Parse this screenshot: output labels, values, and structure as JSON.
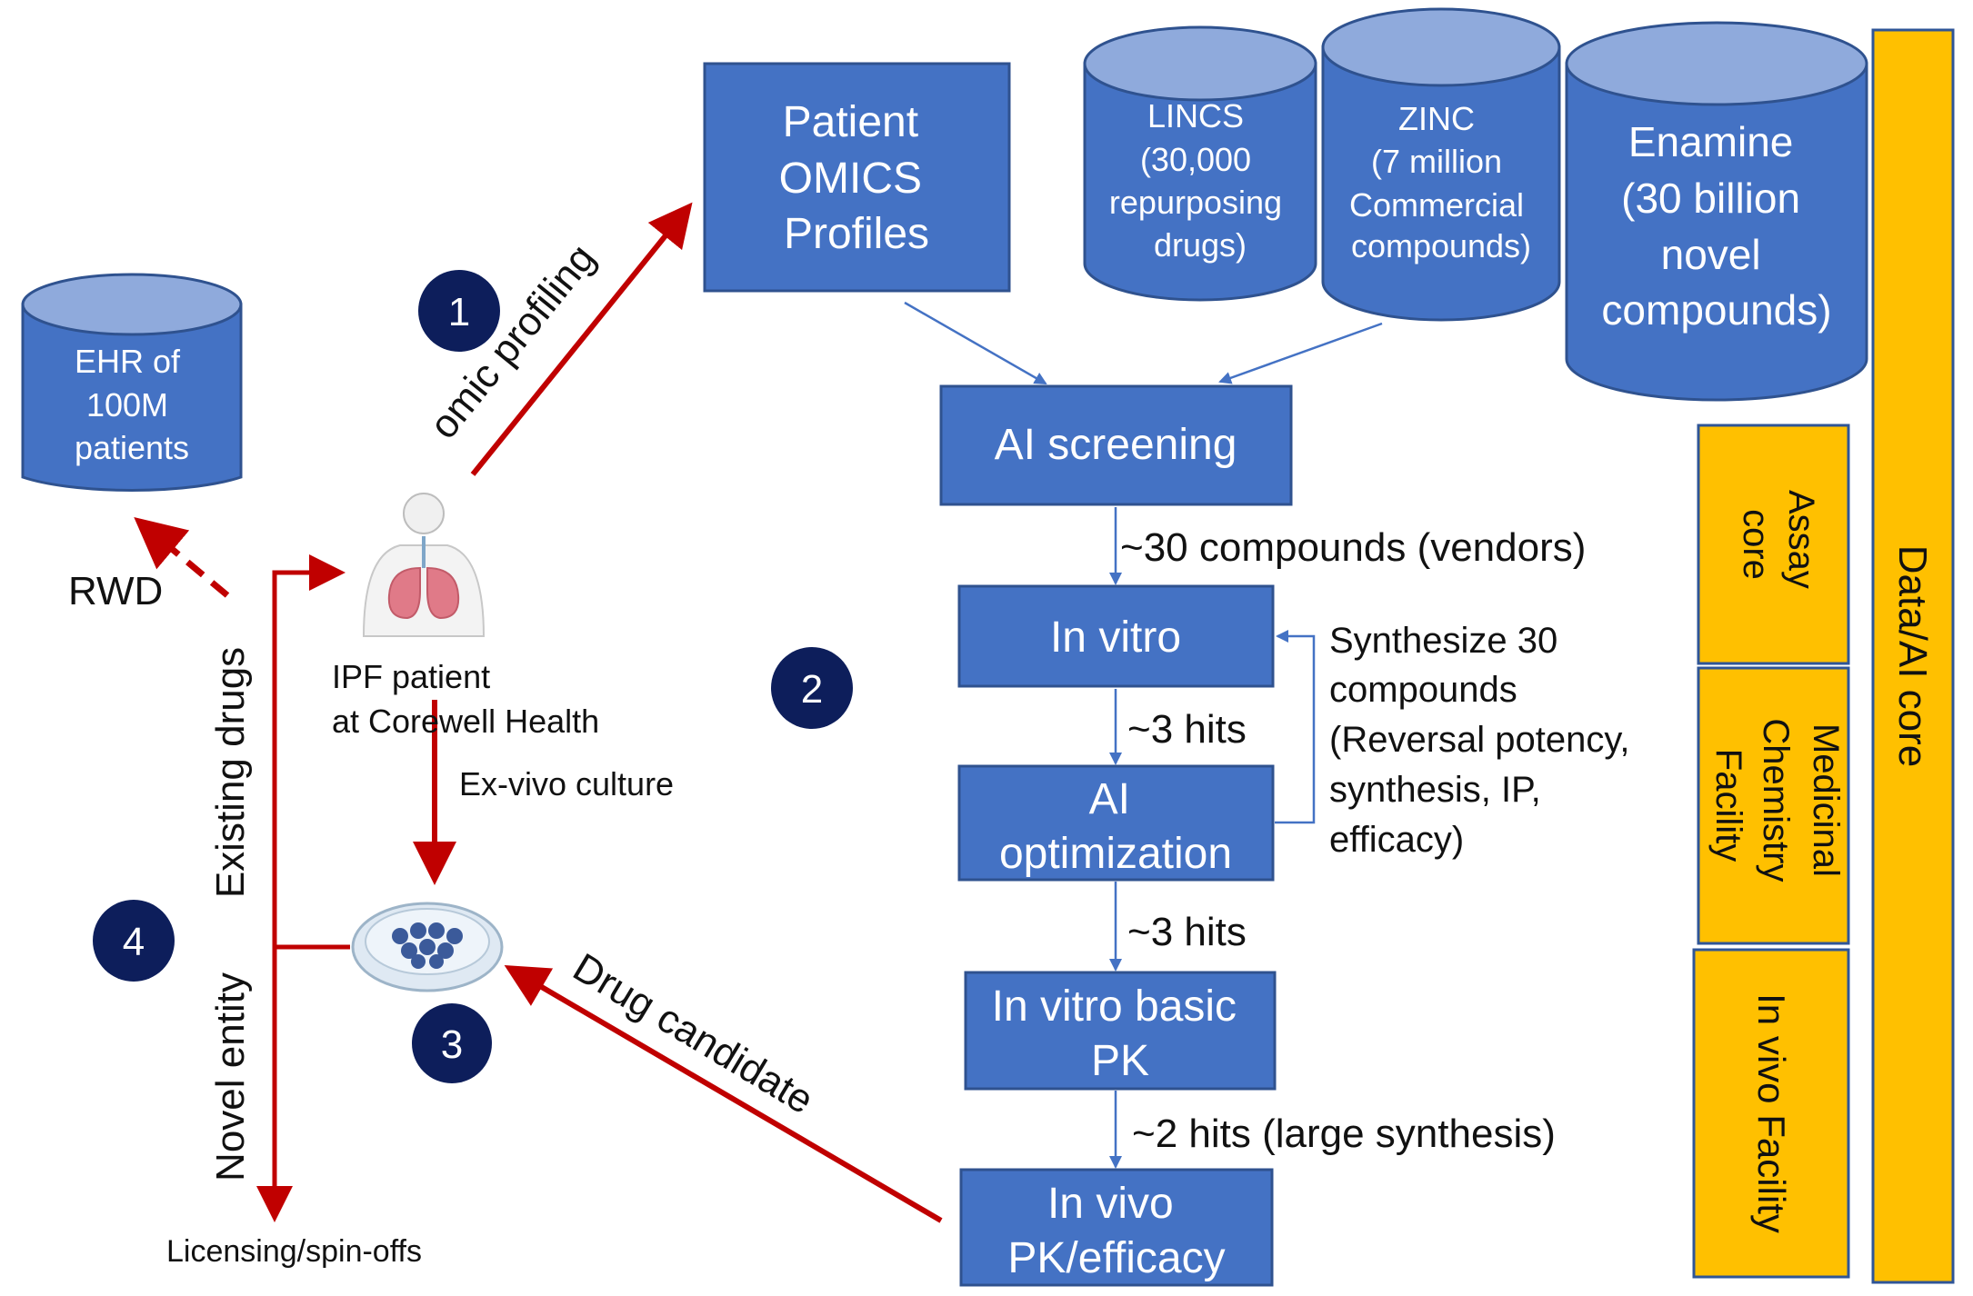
{
  "colors": {
    "box_fill": "#4472C4",
    "box_stroke": "#2F528F",
    "db_top": "#8FAADC",
    "core_fill": "#FFC000",
    "core_stroke": "#2F5597",
    "arrow_red": "#C00000",
    "badge": "#0D1E5B",
    "connector_blue": "#4472C4"
  },
  "databases": {
    "ehr": [
      "EHR of",
      "100M",
      "patients"
    ],
    "lincs": [
      "LINCS",
      "(30,000",
      "repurposing",
      "drugs)"
    ],
    "zinc": [
      "ZINC",
      "(7 million",
      "Commercial",
      "compounds)"
    ],
    "enamine": [
      "Enamine",
      "(30 billion",
      "novel",
      "compounds)"
    ]
  },
  "boxes": {
    "omics": [
      "Patient",
      "OMICS",
      "Profiles"
    ],
    "ai_screening": [
      "AI screening"
    ],
    "in_vitro": [
      "In vitro"
    ],
    "ai_optimization": [
      "AI",
      "optimization"
    ],
    "in_vitro_pk": [
      "In vitro basic",
      "PK"
    ],
    "in_vivo": [
      "In vivo",
      "PK/efficacy"
    ]
  },
  "flow_labels": {
    "compounds_30": "~30 compounds (vendors)",
    "hits_3a": "~3 hits",
    "hits_3b": "~3 hits",
    "hits_2": "~2 hits (large synthesis)",
    "synthesize": [
      "Synthesize 30",
      "compounds",
      "(Reversal potency,",
      "synthesis, IP,",
      "efficacy)"
    ]
  },
  "cores": {
    "assay": [
      "Assay",
      "core"
    ],
    "medchem": [
      "Medicinal",
      "Chemistry",
      "Facility"
    ],
    "invivo": [
      "In vivo Facility"
    ],
    "data_ai": [
      "Data/AI core"
    ]
  },
  "left": {
    "rwd": "RWD",
    "patient": [
      "IPF patient",
      "at Corewell Health"
    ],
    "exvivo": "Ex-vivo culture",
    "omic_profiling": "omic profiling",
    "drug_candidate": "Drug candidate",
    "existing_drugs": "Existing drugs",
    "novel_entity": "Novel entity",
    "licensing": "Licensing/spin-offs"
  },
  "badges": [
    "1",
    "2",
    "3",
    "4"
  ],
  "icons": {
    "patient": "human-lungs-icon",
    "dish": "petri-dish-icon"
  }
}
